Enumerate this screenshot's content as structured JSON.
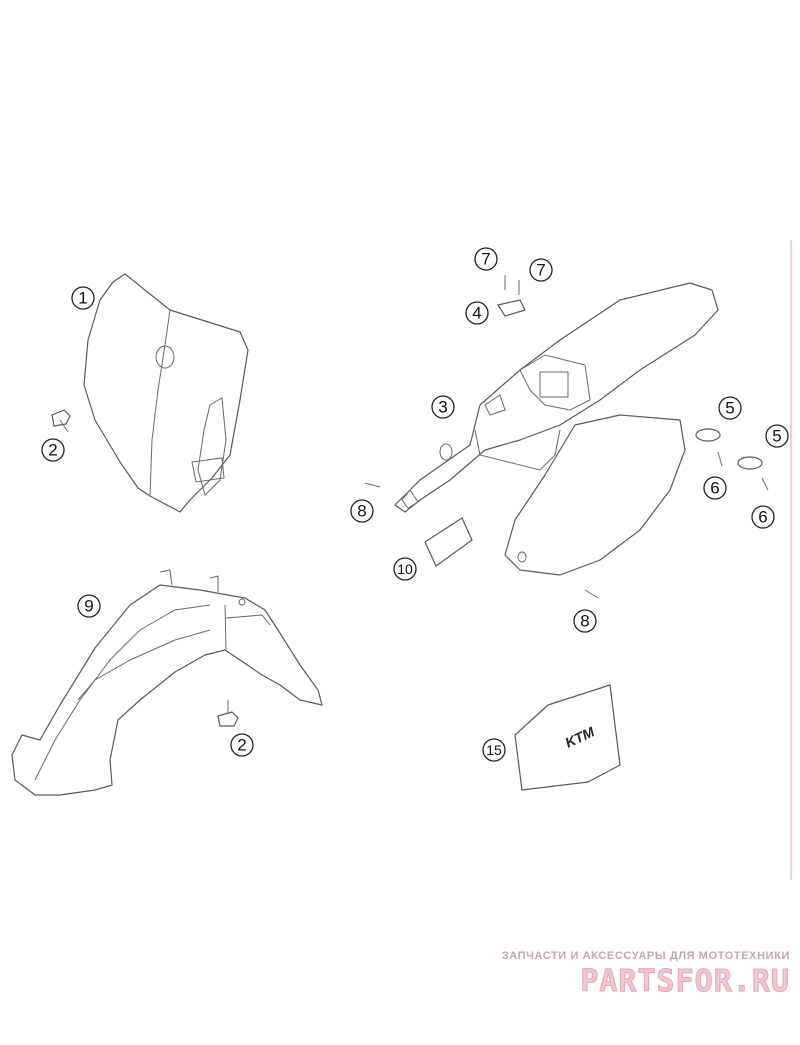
{
  "callouts": [
    {
      "id": "c1",
      "label": "1"
    },
    {
      "id": "c2a",
      "label": "2"
    },
    {
      "id": "c2b",
      "label": "2"
    },
    {
      "id": "c3",
      "label": "3"
    },
    {
      "id": "c4",
      "label": "4"
    },
    {
      "id": "c5a",
      "label": "5"
    },
    {
      "id": "c5b",
      "label": "5"
    },
    {
      "id": "c6a",
      "label": "6"
    },
    {
      "id": "c6b",
      "label": "6"
    },
    {
      "id": "c7a",
      "label": "7"
    },
    {
      "id": "c7b",
      "label": "7"
    },
    {
      "id": "c8a",
      "label": "8"
    },
    {
      "id": "c8b",
      "label": "8"
    },
    {
      "id": "c9",
      "label": "9"
    },
    {
      "id": "c10",
      "label": "10"
    },
    {
      "id": "c15",
      "label": "15"
    }
  ],
  "sticker_logo_text": "KTM",
  "watermark": {
    "tagline": "ЗАПЧАСТИ И АКСЕССУАРЫ ДЛЯ МОТОТЕХНИКИ",
    "site": "PARTSFOR.RU"
  },
  "colors": {
    "line": "#5a5a5a",
    "watermark": "#f2c5cf"
  }
}
